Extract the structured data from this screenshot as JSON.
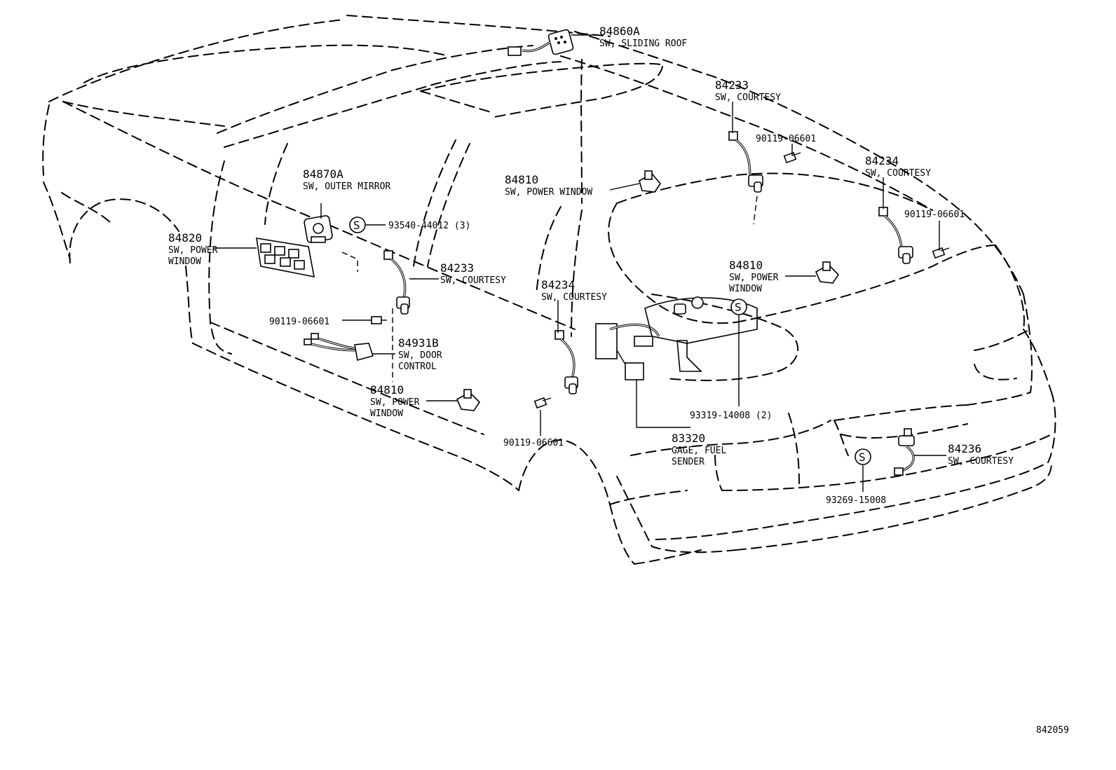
{
  "diagram": {
    "parts": [
      {
        "number": "84860A",
        "name": "SW, SLIDING ROOF"
      },
      {
        "number": "84233",
        "name": "SW, COURTESY"
      },
      {
        "number": "90119-06601",
        "name": ""
      },
      {
        "number": "84234",
        "name": "SW, COURTESY"
      },
      {
        "number": "90119-06601",
        "name": ""
      },
      {
        "number": "84870A",
        "name": "SW, OUTER MIRROR"
      },
      {
        "number": "84810",
        "name": "SW, POWER WINDOW"
      },
      {
        "number": "93540-44012 (3)",
        "name": ""
      },
      {
        "number": "84820",
        "name": "SW, POWER WINDOW"
      },
      {
        "number": "84233",
        "name": "SW, COURTESY"
      },
      {
        "number": "84810",
        "name": "SW, POWER WINDOW"
      },
      {
        "number": "84234",
        "name": "SW, COURTESY"
      },
      {
        "number": "90119-06601",
        "name": ""
      },
      {
        "number": "84931B",
        "name": "SW, DOOR CONTROL"
      },
      {
        "number": "84810",
        "name": "SW, POWER WINDOW"
      },
      {
        "number": "93319-14008 (2)",
        "name": ""
      },
      {
        "number": "90119-06601",
        "name": ""
      },
      {
        "number": "83320",
        "name": "GAGE, FUEL SENDER"
      },
      {
        "number": "84236",
        "name": "SW, COURTESY"
      },
      {
        "number": "93269-15008",
        "name": ""
      }
    ],
    "name_lines": {
      "p1": [
        "SW, SLIDING ROOF"
      ],
      "p2": [
        "SW, COURTESY"
      ],
      "p4": [
        "SW, COURTESY"
      ],
      "p6": [
        "SW, OUTER MIRROR"
      ],
      "p7": [
        "SW, POWER WINDOW"
      ],
      "p9": [
        "SW, POWER",
        "WINDOW"
      ],
      "p10": [
        "SW, COURTESY"
      ],
      "p11": [
        "SW, POWER",
        "WINDOW"
      ],
      "p12": [
        "SW, COURTESY"
      ],
      "p14": [
        "SW, DOOR",
        "CONTROL"
      ],
      "p15": [
        "SW, POWER",
        "WINDOW"
      ],
      "p18": [
        "GAGE, FUEL",
        "SENDER"
      ],
      "p19": [
        "SW, COURTESY"
      ]
    },
    "screw_symbol": "S",
    "figure_code": "842059",
    "line_color": "#000000",
    "background": "#ffffff"
  }
}
